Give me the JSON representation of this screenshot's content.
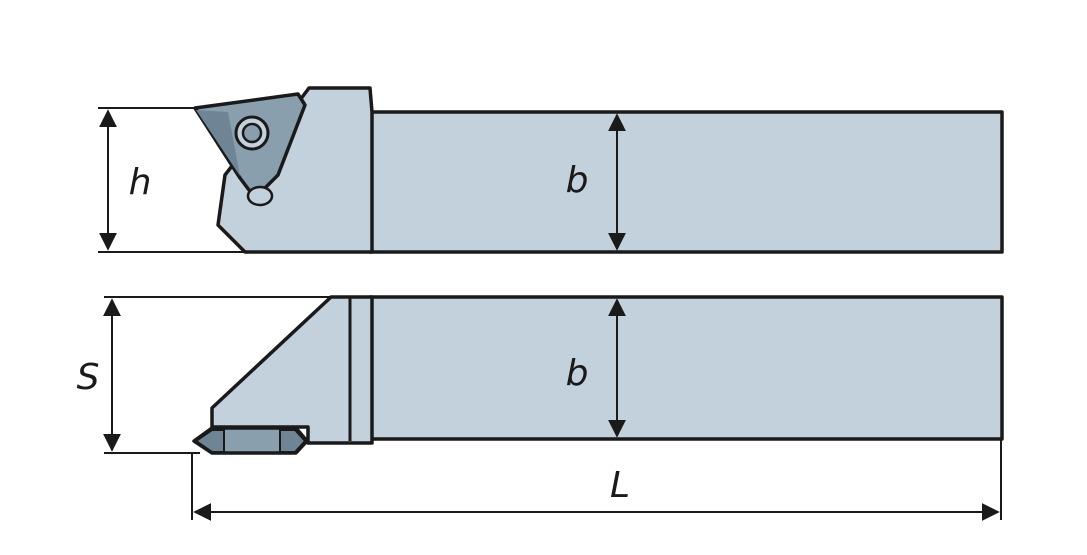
{
  "labels": {
    "h": "h",
    "b_top": "b",
    "s": "S",
    "b_bottom": "b",
    "L": "L"
  },
  "colors": {
    "body": "#c3d1dc",
    "insert": "#8a9fae",
    "insert_dark": "#6f8595",
    "line": "#1a1a1a",
    "background": "#ffffff"
  }
}
